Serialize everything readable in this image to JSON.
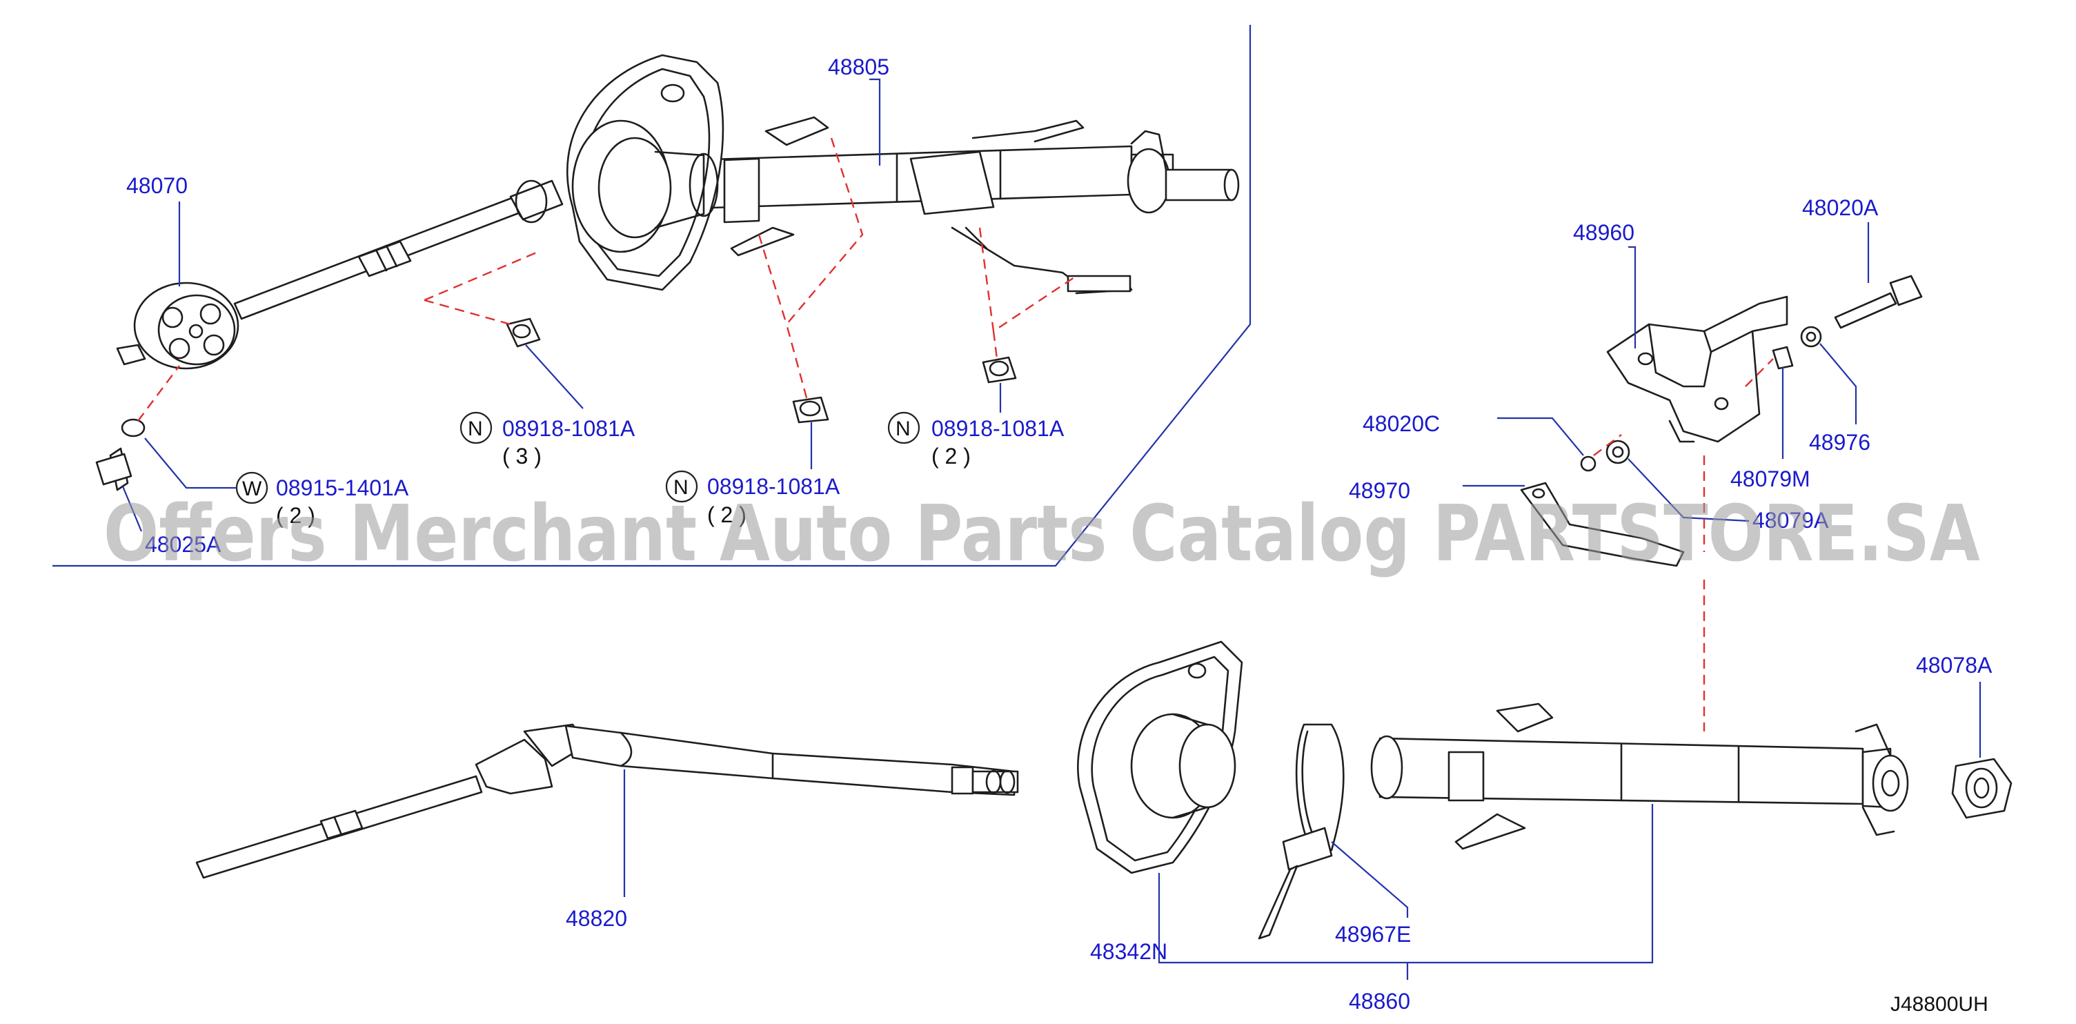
{
  "colors": {
    "label": "#1a1acc",
    "leader": "#2233aa",
    "dashed": "#e03030",
    "line": "#1e1e1e",
    "watermark": "#9a9a9a"
  },
  "labels": {
    "p48805": "48805",
    "p48070": "48070",
    "p48025": "48025A",
    "p48960": "48960",
    "p48020A": "48020A",
    "p48976": "48976",
    "p48079M": "48079M",
    "p48020C": "48020C",
    "p48970": "48970",
    "p48079A": "48079A",
    "p48078A": "48078A",
    "p48820": "48820",
    "p48342N": "48342N",
    "p48967E": "48967E",
    "p48860": "48860"
  },
  "fasteners": {
    "n1": {
      "prefix": "N",
      "code": "08918-1081A",
      "qty": "( 3 )"
    },
    "n2": {
      "prefix": "N",
      "code": "08918-1081A",
      "qty": "( 2 )"
    },
    "n3": {
      "prefix": "N",
      "code": "08918-1081A",
      "qty": "( 2 )"
    },
    "w1": {
      "prefix": "W",
      "code": "08915-1401A",
      "qty": "( 2 )"
    }
  },
  "watermark": "Offers Merchant Auto Parts Catalog PARTSTORE.SA",
  "diagram_code": "J48800UH"
}
